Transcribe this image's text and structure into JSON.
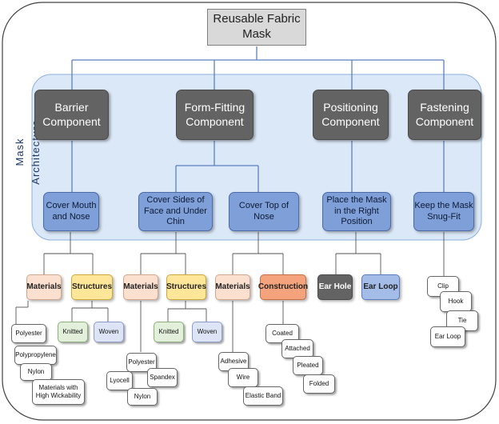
{
  "title": "Reusable Fabric Mask",
  "architecture_label": "Mask Architecture",
  "components": {
    "barrier": "Barrier Component",
    "form_fitting": "Form-Fitting Component",
    "positioning": "Positioning Component",
    "fastening": "Fastening Component"
  },
  "functions": {
    "cover_mouth": "Cover Mouth and Nose",
    "cover_sides": "Cover Sides of Face and Under Chin",
    "cover_top": "Cover Top of Nose",
    "place_mask": "Place the Mask in the Right Position",
    "keep_snug": "Keep the Mask Snug-Fit"
  },
  "categories": {
    "materials_1": "Materials",
    "structures_1": "Structures",
    "materials_2": "Materials",
    "structures_2": "Structures",
    "materials_3": "Materials",
    "construction": "Construction",
    "ear_hole": "Ear Hole",
    "ear_loop": "Ear Loop"
  },
  "items": {
    "m1": [
      "Polyester",
      "Polypropylene",
      "Nylon",
      "Materials with High Wickability"
    ],
    "s1": [
      "Knitted",
      "Woven"
    ],
    "m2": [
      "Polyester",
      "Spandex",
      "Lyocell",
      "Nylon"
    ],
    "s2": [
      "Knitted",
      "Woven"
    ],
    "m3": [
      "Adhesive",
      "Wire",
      "Elastic Band"
    ],
    "con": [
      "Coated",
      "Attached",
      "Pleated",
      "Folded"
    ],
    "fast": [
      "Clip",
      "Hook",
      "Tie",
      "Ear Loop"
    ]
  }
}
